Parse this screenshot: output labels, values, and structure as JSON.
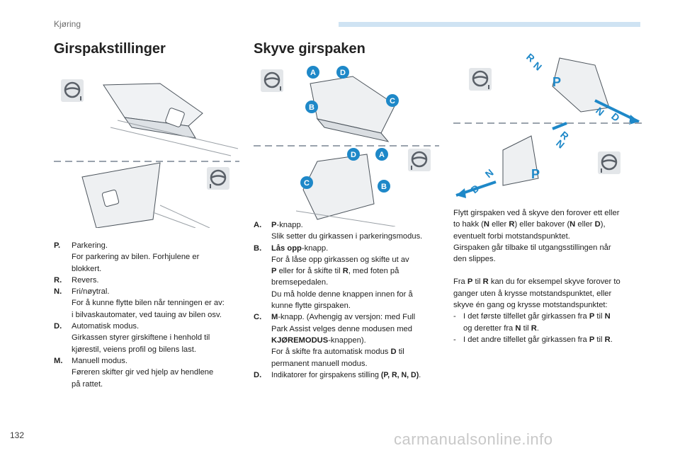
{
  "header": {
    "section": "Kjøring"
  },
  "page_number": "132",
  "watermark": "carmanualsonline.info",
  "left": {
    "title": "Girspakstillinger",
    "items": [
      {
        "term": "P.",
        "lines": [
          "Parkering.",
          "For parkering av bilen. Forhjulene er",
          "blokkert."
        ]
      },
      {
        "term": "R.",
        "lines": [
          "Revers."
        ]
      },
      {
        "term": "N.",
        "lines": [
          "Fri/nøytral.",
          "For å kunne flytte bilen når tenningen er av:",
          "i bilvaskautomater, ved tauing av bilen osv."
        ]
      },
      {
        "term": "D.",
        "lines": [
          "Automatisk modus.",
          "Girkassen styrer girskiftene i henhold til",
          "kjørestil, veiens profil og bilens last."
        ]
      },
      {
        "term": "M.",
        "lines": [
          "Manuell modus.",
          "Føreren skifter gir ved hjelp av hendlene",
          "på rattet."
        ]
      }
    ]
  },
  "middle": {
    "title": "Skyve girspaken",
    "callouts": {
      "a": "A",
      "b": "B",
      "c": "C",
      "d": "D"
    },
    "item_a": {
      "term": "A.",
      "l1_bold": "P",
      "l1_rest": "-knapp.",
      "l2": "Slik setter du girkassen i parkeringsmodus."
    },
    "item_b": {
      "term": "B.",
      "l1_bold": "Lås opp",
      "l1_rest": "-knapp.",
      "l2": "For å låse opp girkassen og skifte ut av",
      "l3_bold1": "P",
      "l3_mid": " eller for å skifte til ",
      "l3_bold2": "R",
      "l3_end": ", med foten på",
      "l4": "bremsepedalen.",
      "l5": "Du må holde denne knappen innen for å",
      "l6": "kunne flytte girspaken."
    },
    "item_c": {
      "term": "C.",
      "l1_bold": "M",
      "l1_rest": "-knapp. (Avhengig av versjon: med Full",
      "l2": "Park Assist velges denne modusen med",
      "l3_bold": "KJØREMODUS",
      "l3_rest": "-knappen).",
      "l4_start": "For å skifte fra automatisk modus ",
      "l4_bold": "D",
      "l4_end": " til",
      "l5": "permanent manuell modus."
    },
    "item_d": {
      "term": "D.",
      "text": "Indikatorer for girspakens stilling ",
      "bold": "(P, R, N, D)",
      "end": "."
    }
  },
  "right": {
    "gear_labels": {
      "p": "P",
      "r": "R",
      "n": "N",
      "d": "D"
    },
    "p1": {
      "l1": "Flytt girspaken ved å skyve den forover ett eller",
      "l2_a": "to hakk (",
      "l2_b": "N",
      "l2_c": " eller ",
      "l2_d": "R",
      "l2_e": ") eller bakover (",
      "l2_f": "N",
      "l2_g": " eller ",
      "l2_h": "D",
      "l2_i": "),",
      "l3": "eventuelt forbi motstandspunktet.",
      "l4": "Girspaken går tilbake til utgangsstillingen når",
      "l5": "den slippes."
    },
    "p2": {
      "l1_a": "Fra ",
      "l1_b": "P",
      "l1_c": " til ",
      "l1_d": "R",
      "l1_e": " kan du for eksempel skyve forover to",
      "l2": "ganger uten å krysse motstandspunktet, eller",
      "l3": "skyve én gang og krysse motstandspunktet:"
    },
    "bullets": [
      {
        "dash": "-",
        "a": "I det første tilfellet går girkassen fra ",
        "b": "P",
        "c": " til ",
        "d": "N",
        "line2_a": "og deretter fra ",
        "line2_b": "N",
        "line2_c": " til ",
        "line2_d": "R",
        "line2_e": "."
      },
      {
        "dash": "-",
        "a": "I det andre tilfellet går girkassen fra ",
        "b": "P",
        "c": " til ",
        "d": "R",
        "e": "."
      }
    ]
  },
  "colors": {
    "accent": "#1e88c8",
    "arrow": "#1e88c8",
    "header_bar": "#cfe3f3",
    "dashed": "#9aa3ad"
  }
}
